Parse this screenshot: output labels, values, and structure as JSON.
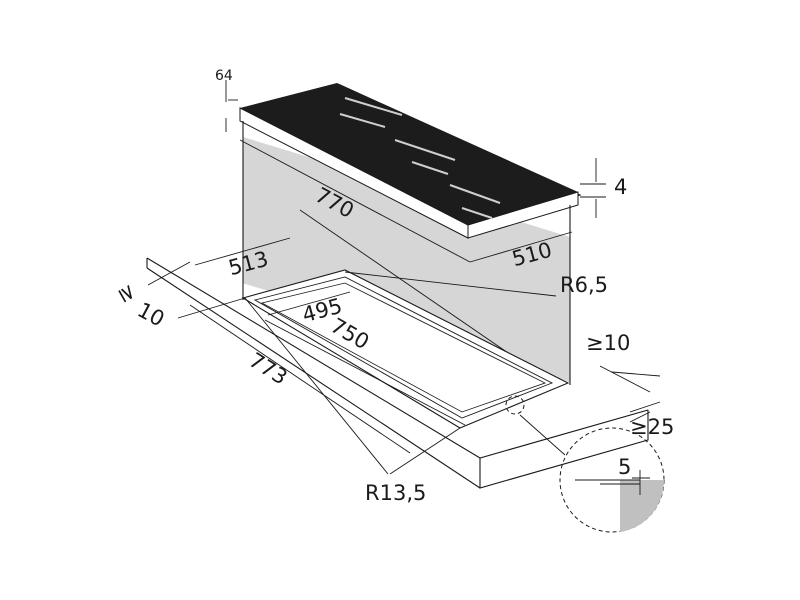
{
  "dimensions": {
    "hob_thickness": "64",
    "glass_edge": "4",
    "hob_length": "770",
    "hob_depth": "510",
    "cutout_offset": "513",
    "front_clearance": "10",
    "front_clearance_symbol": "≥",
    "inner_width": "495",
    "inner_length": "750",
    "outer_length": "773",
    "inner_radius": "R6,5",
    "outer_radius": "R13,5",
    "side_clearance": "≥10",
    "rear_clearance": "≥25",
    "recess_depth": "5"
  },
  "colors": {
    "glass": "#1c1c1c",
    "gap": "#d6d6d6",
    "inset": "#c0c0c0"
  }
}
